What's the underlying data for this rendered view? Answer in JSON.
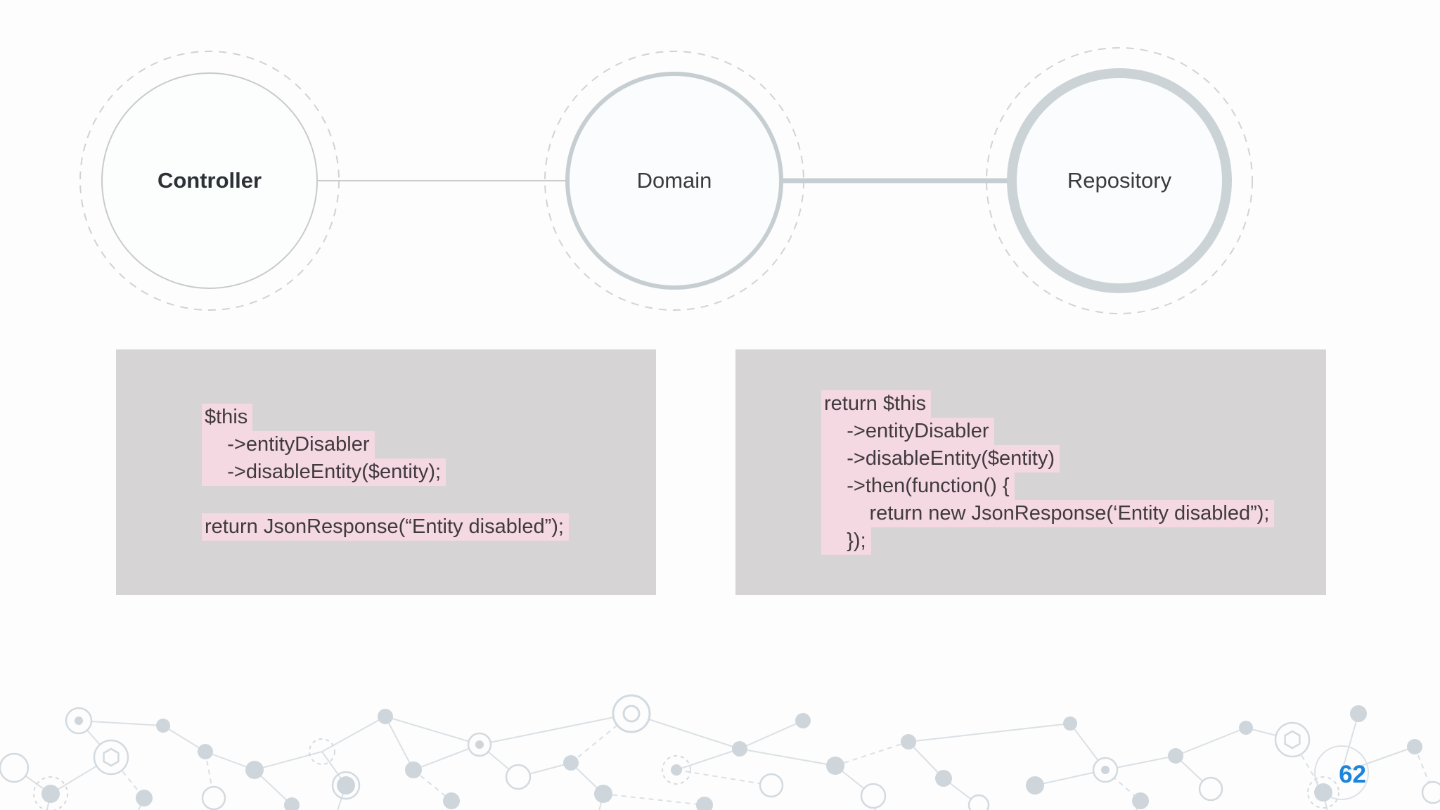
{
  "slide": {
    "page_number": "62"
  },
  "diagram": {
    "nodes": [
      {
        "id": "controller",
        "label": "Controller"
      },
      {
        "id": "domain",
        "label": "Domain"
      },
      {
        "id": "repository",
        "label": "Repository"
      }
    ]
  },
  "code_blocks": {
    "controller": {
      "lines": [
        {
          "text": "$this",
          "highlight": true
        },
        {
          "text": "    ->entityDisabler",
          "highlight": true
        },
        {
          "text": "    ->disableEntity($entity);",
          "highlight": true
        },
        {
          "text": "",
          "highlight": false
        },
        {
          "text": "return JsonResponse(“Entity disabled”);",
          "highlight": true
        }
      ]
    },
    "repository": {
      "lines": [
        {
          "text": "return $this",
          "highlight": true
        },
        {
          "text": "    ->entityDisabler",
          "highlight": true
        },
        {
          "text": "    ->disableEntity($entity)",
          "highlight": true
        },
        {
          "text": "    ->then(function() {",
          "highlight": true
        },
        {
          "text": "        return new JsonResponse(‘Entity disabled”);",
          "highlight": true
        },
        {
          "text": "    });",
          "highlight": true
        }
      ]
    }
  },
  "colors": {
    "highlight_pink": "#f4d8e2",
    "code_box_gray": "#d6d4d5",
    "code_text": "#403a3e",
    "page_number_blue": "#1b84dd",
    "circle_ring_gray": "#ccd3d7",
    "background": "#fdfdfe"
  }
}
